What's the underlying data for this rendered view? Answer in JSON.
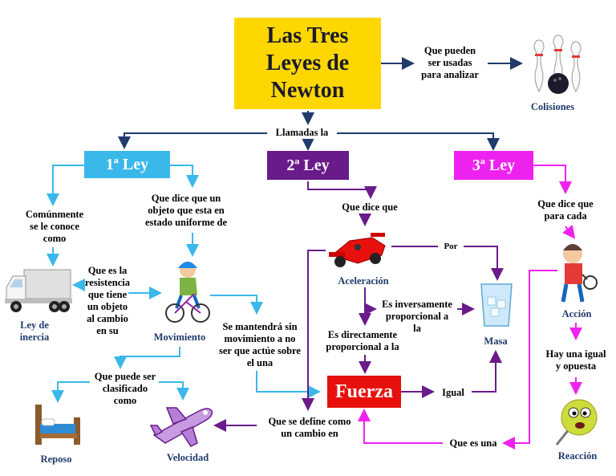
{
  "title": "Las Tres\nLeyes de\nNewton",
  "branches": {
    "llamadas": "Llamadas la",
    "usadas": "Que pueden\nser usadas\npara analizar",
    "colisiones": "Colisiones"
  },
  "ley1": {
    "box": "1ª Ley",
    "conoce": "Comúnmente\nse le conoce\ncomo",
    "inercia": "Ley de\ninercia",
    "resistencia": "Que es la\nresistencia\nque tiene\nun objeto\nal cambio\nen su",
    "dice": "Que dice que un\nobjeto que esta en\nestado uniforme de",
    "movimiento": "Movimiento",
    "mantendra": "Se mantendrá sin\nmovimiento a no\nser que actúe sobre\nel una",
    "clasificado": "Que puede ser\nclasificado\ncomo",
    "reposo": "Reposo",
    "velocidad": "Velocidad"
  },
  "ley2": {
    "box": "2ª Ley",
    "dice": "Que dice que",
    "aceleracion": "Aceleración",
    "por": "Por",
    "inversamente": "Es inversamente\nproporcional a\nla",
    "masa": "Masa",
    "directamente": "Es directamente\nproporcional a la",
    "fuerza": "Fuerza",
    "igual": "Igual",
    "define": "Que se define como\nun cambio en"
  },
  "ley3": {
    "box": "3ª Ley",
    "dice": "Que dice que\npara cada",
    "accion": "Acción",
    "igual_opuesta": "Hay una igual\ny opuesta",
    "reaccion": "Reacción",
    "que_es": "Que es una"
  },
  "colors": {
    "navy": "#1f3a6b",
    "ley1": "#3ab8ea",
    "ley2": "#6a1b8a",
    "ley3": "#ee22ee",
    "fuerza": "#e8100c",
    "title": "#ffd700"
  }
}
